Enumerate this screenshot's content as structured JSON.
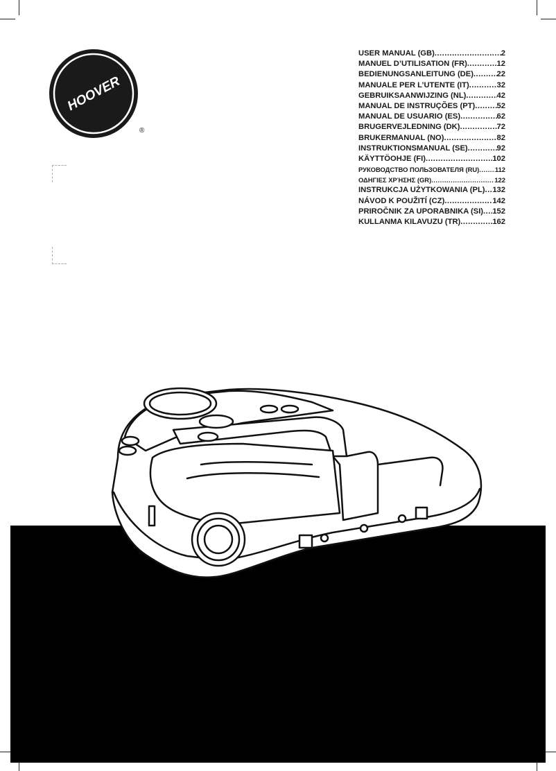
{
  "brand": {
    "name": "HOOVER",
    "registered_mark": "®"
  },
  "toc": [
    {
      "label": "USER MANUAL (GB)",
      "page": "2"
    },
    {
      "label": "MANUEL D’UTILISATION (FR)",
      "page": "12"
    },
    {
      "label": "BEDIENUNGSANLEITUNG (DE)",
      "page": "22"
    },
    {
      "label": "MANUALE PER L’UTENTE (IT)",
      "page": "32"
    },
    {
      "label": "GEBRUIKSAANWIJZING (NL)",
      "page": "42"
    },
    {
      "label": "MANUAL DE INSTRUÇÕES (PT)",
      "page": "52"
    },
    {
      "label": "MANUAL DE USUARIO (ES)",
      "page": "62"
    },
    {
      "label": "BRUGERVEJLEDNING (DK)",
      "page": "72"
    },
    {
      "label": "BRUKERMANUAL (NO)",
      "page": "82"
    },
    {
      "label": "INSTRUKTIONSMANUAL (SE)",
      "page": "92"
    },
    {
      "label": "KÄYTTÖOHJE (FI)",
      "page": "102"
    },
    {
      "label": "РУКОВОДСТВО ПОЛЬЗОВАТЕЛЯ (RU)",
      "page": "112"
    },
    {
      "label": "ΟΔΗΓΙΕΣ ΧΡΉΣΗΣ (GR)",
      "page": "122"
    },
    {
      "label": "INSTRUKCJA UŻYTKOWANIA (PL)",
      "page": "132"
    },
    {
      "label": "NÁVOD K POUŽITÍ (CZ)",
      "page": "142"
    },
    {
      "label": "PRIROČNIK ZA UPORABNIKA (SI)",
      "page": "152"
    },
    {
      "label": "KULLANMA KILAVUZU (TR)",
      "page": "162"
    }
  ]
}
